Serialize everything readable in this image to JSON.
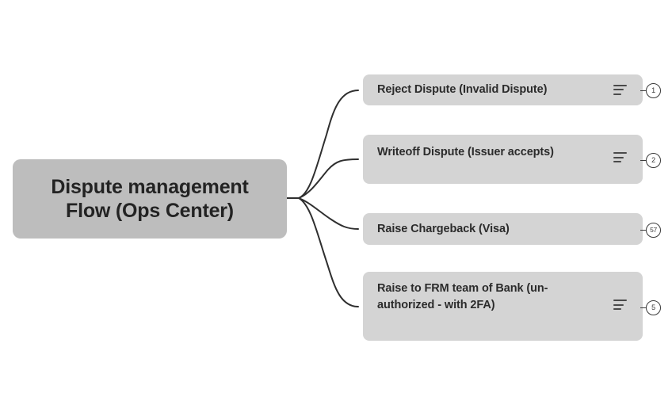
{
  "diagram": {
    "type": "mind-map",
    "orientation": "left-to-right",
    "background_color": "#ffffff",
    "root": {
      "label": "Dispute management Flow (Ops Center)",
      "label_line1": "Dispute management",
      "label_line2": "Flow (Ops Center)",
      "fill_color": "#bdbdbd",
      "text_color": "#232323"
    },
    "branch_style": {
      "line_color": "#2f2f2f",
      "line_width": 2
    },
    "child_fill_color": "#d4d4d4",
    "child_text_color": "#2b2b2b",
    "badge_border_color": "#3a3a3a",
    "children": [
      {
        "label": "Reject Dispute (Invalid Dispute)",
        "line1": "Reject Dispute (Invalid Dispute)",
        "line2": "",
        "has_notes_icon": true,
        "notes_icon": "notes-icon",
        "badge": "1"
      },
      {
        "label": "Writeoff Dispute (Issuer accepts)",
        "line1": "Writeoff Dispute (Issuer accepts)",
        "line2": "",
        "has_notes_icon": true,
        "notes_icon": "notes-icon",
        "badge": "2"
      },
      {
        "label": "Raise Chargeback (Visa)",
        "line1": "Raise Chargeback (Visa)",
        "line2": "",
        "has_notes_icon": false,
        "notes_icon": "",
        "badge": "57"
      },
      {
        "label": "Raise to FRM team of Bank (un-authorized - with 2FA)",
        "line1": "Raise to FRM team of Bank (un-",
        "line2": "authorized - with 2FA)",
        "has_notes_icon": true,
        "notes_icon": "notes-icon",
        "badge": "5"
      }
    ]
  }
}
